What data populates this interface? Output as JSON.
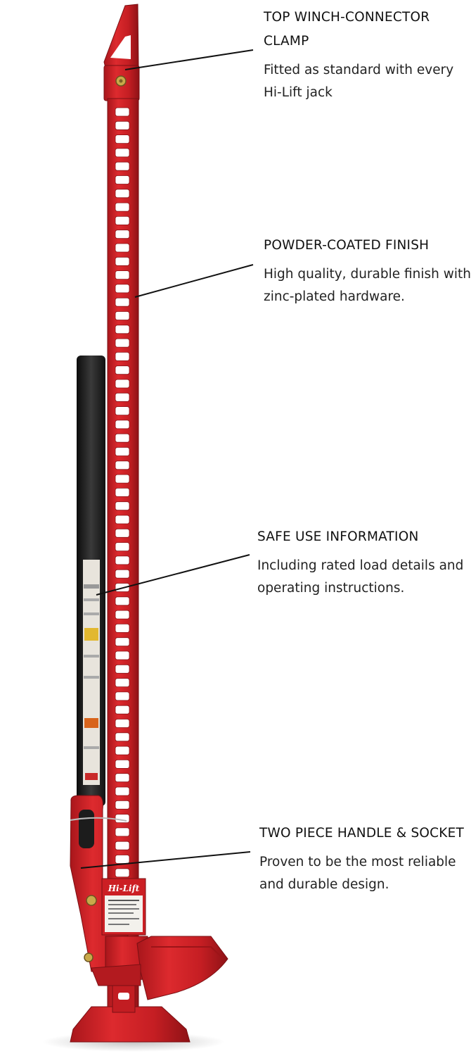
{
  "colors": {
    "jack_red": "#cc1f24",
    "jack_red_dark": "#9c1418",
    "handle_black": "#1c1c1c",
    "leader_line": "#111111",
    "text": "#1a1a1a"
  },
  "product": {
    "brand_plate_text": "Hi-Lift"
  },
  "callouts": [
    {
      "id": "winch-connector-clamp",
      "title_line1": "TOP WINCH-CONNECTOR",
      "title_line2": "CLAMP",
      "desc_line1": "Fitted as standard with every",
      "desc_line2": "Hi-Lift jack"
    },
    {
      "id": "powder-coated-finish",
      "title_line1": "POWDER-COATED FINISH",
      "desc_line1": "High quality, durable finish with",
      "desc_line2": "zinc-plated hardware."
    },
    {
      "id": "safe-use-information",
      "title_line1": "SAFE USE INFORMATION",
      "desc_line1": "Including rated load details and",
      "desc_line2": "operating instructions."
    },
    {
      "id": "two-piece-handle-socket",
      "title_line1": "TWO PIECE HANDLE & SOCKET",
      "desc_line1": "Proven to be the most reliable",
      "desc_line2": "and durable design."
    }
  ]
}
